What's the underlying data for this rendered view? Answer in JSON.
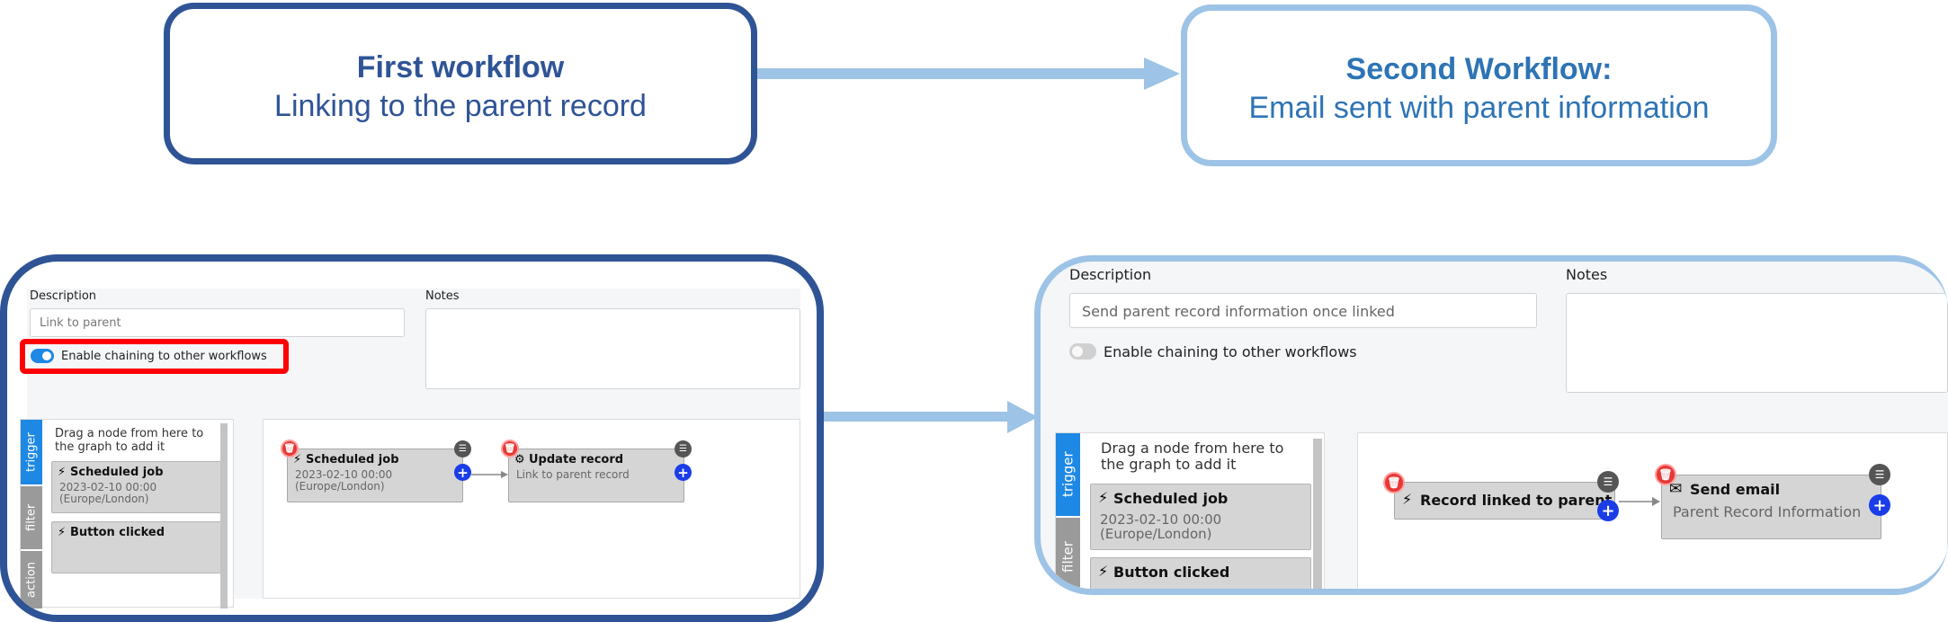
{
  "top": {
    "first": {
      "title": "First workflow",
      "subtitle": "Linking to the parent record"
    },
    "second": {
      "title": "Second Workflow:",
      "subtitle": "Email sent with parent information"
    }
  },
  "panel1": {
    "description_label": "Description",
    "description_value": "Link to parent",
    "notes_label": "Notes",
    "chaining_label": "Enable chaining to other workflows",
    "chaining_on": true,
    "drag_hint": "Drag a node from here to the graph to add it",
    "tabs": [
      "trigger",
      "filter",
      "action"
    ],
    "palette": [
      {
        "title": "Scheduled job",
        "sub": "2023-02-10 00:00\n(Europe/London)"
      },
      {
        "title": "Button clicked",
        "sub": ""
      }
    ],
    "graph": [
      {
        "title": "Scheduled job",
        "sub": "2023-02-10 00:00\n(Europe/London)"
      },
      {
        "title": "Update record",
        "sub": "Link to parent record"
      }
    ]
  },
  "panel2": {
    "description_label": "Description",
    "description_value": "Send parent record information once linked",
    "notes_label": "Notes",
    "chaining_label": "Enable chaining to other workflows",
    "chaining_on": false,
    "drag_hint": "Drag a node from here to the graph to add it",
    "tabs": [
      "trigger",
      "filter"
    ],
    "palette": [
      {
        "title": "Scheduled job",
        "sub": "2023-02-10 00:00\n(Europe/London)"
      },
      {
        "title": "Button clicked",
        "sub": ""
      }
    ],
    "graph": [
      {
        "title": "Record linked to parent",
        "sub": ""
      },
      {
        "title": "Send email",
        "sub": "Parent Record Information"
      }
    ]
  },
  "colors": {
    "dark_blue": "#2f5496",
    "light_blue": "#9dc3e6",
    "highlight_red": "#ff0000",
    "toggle_on": "#1e88e5",
    "tab_blue": "#1e88e5",
    "delete_red": "#e53935",
    "add_blue": "#1a3de8"
  }
}
